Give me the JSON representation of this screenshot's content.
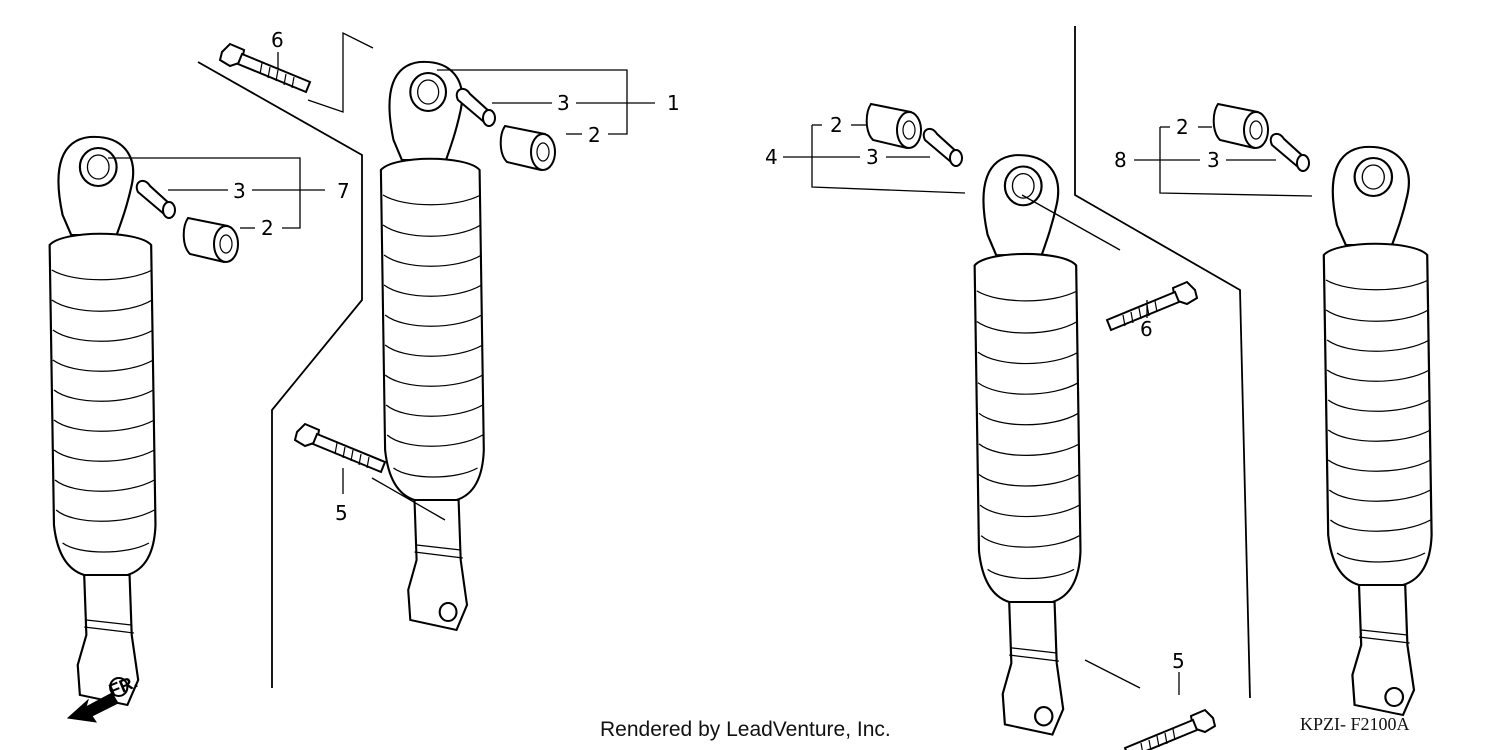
{
  "callouts": {
    "left_upper_bolt": "6",
    "left_upper_collar": "3",
    "left_upper_assembly": "1",
    "left_upper_bushing": "2",
    "left_lower_collar": "3",
    "left_lower_bushing": "2",
    "left_lower_assembly": "7",
    "left_bottom_bolt": "5",
    "right_bushing_a": "2",
    "right_assembly_a": "4",
    "right_collar_a": "3",
    "right_bolt_a": "6",
    "right_bolt_b": "5",
    "right_bushing_b": "2",
    "right_assembly_b": "8",
    "right_collar_b": "3"
  },
  "direction_indicator": {
    "label": "FR."
  },
  "footer": {
    "credit": "Rendered by LeadVenture, Inc.",
    "diagram_code": "KPZI- F2100A"
  }
}
